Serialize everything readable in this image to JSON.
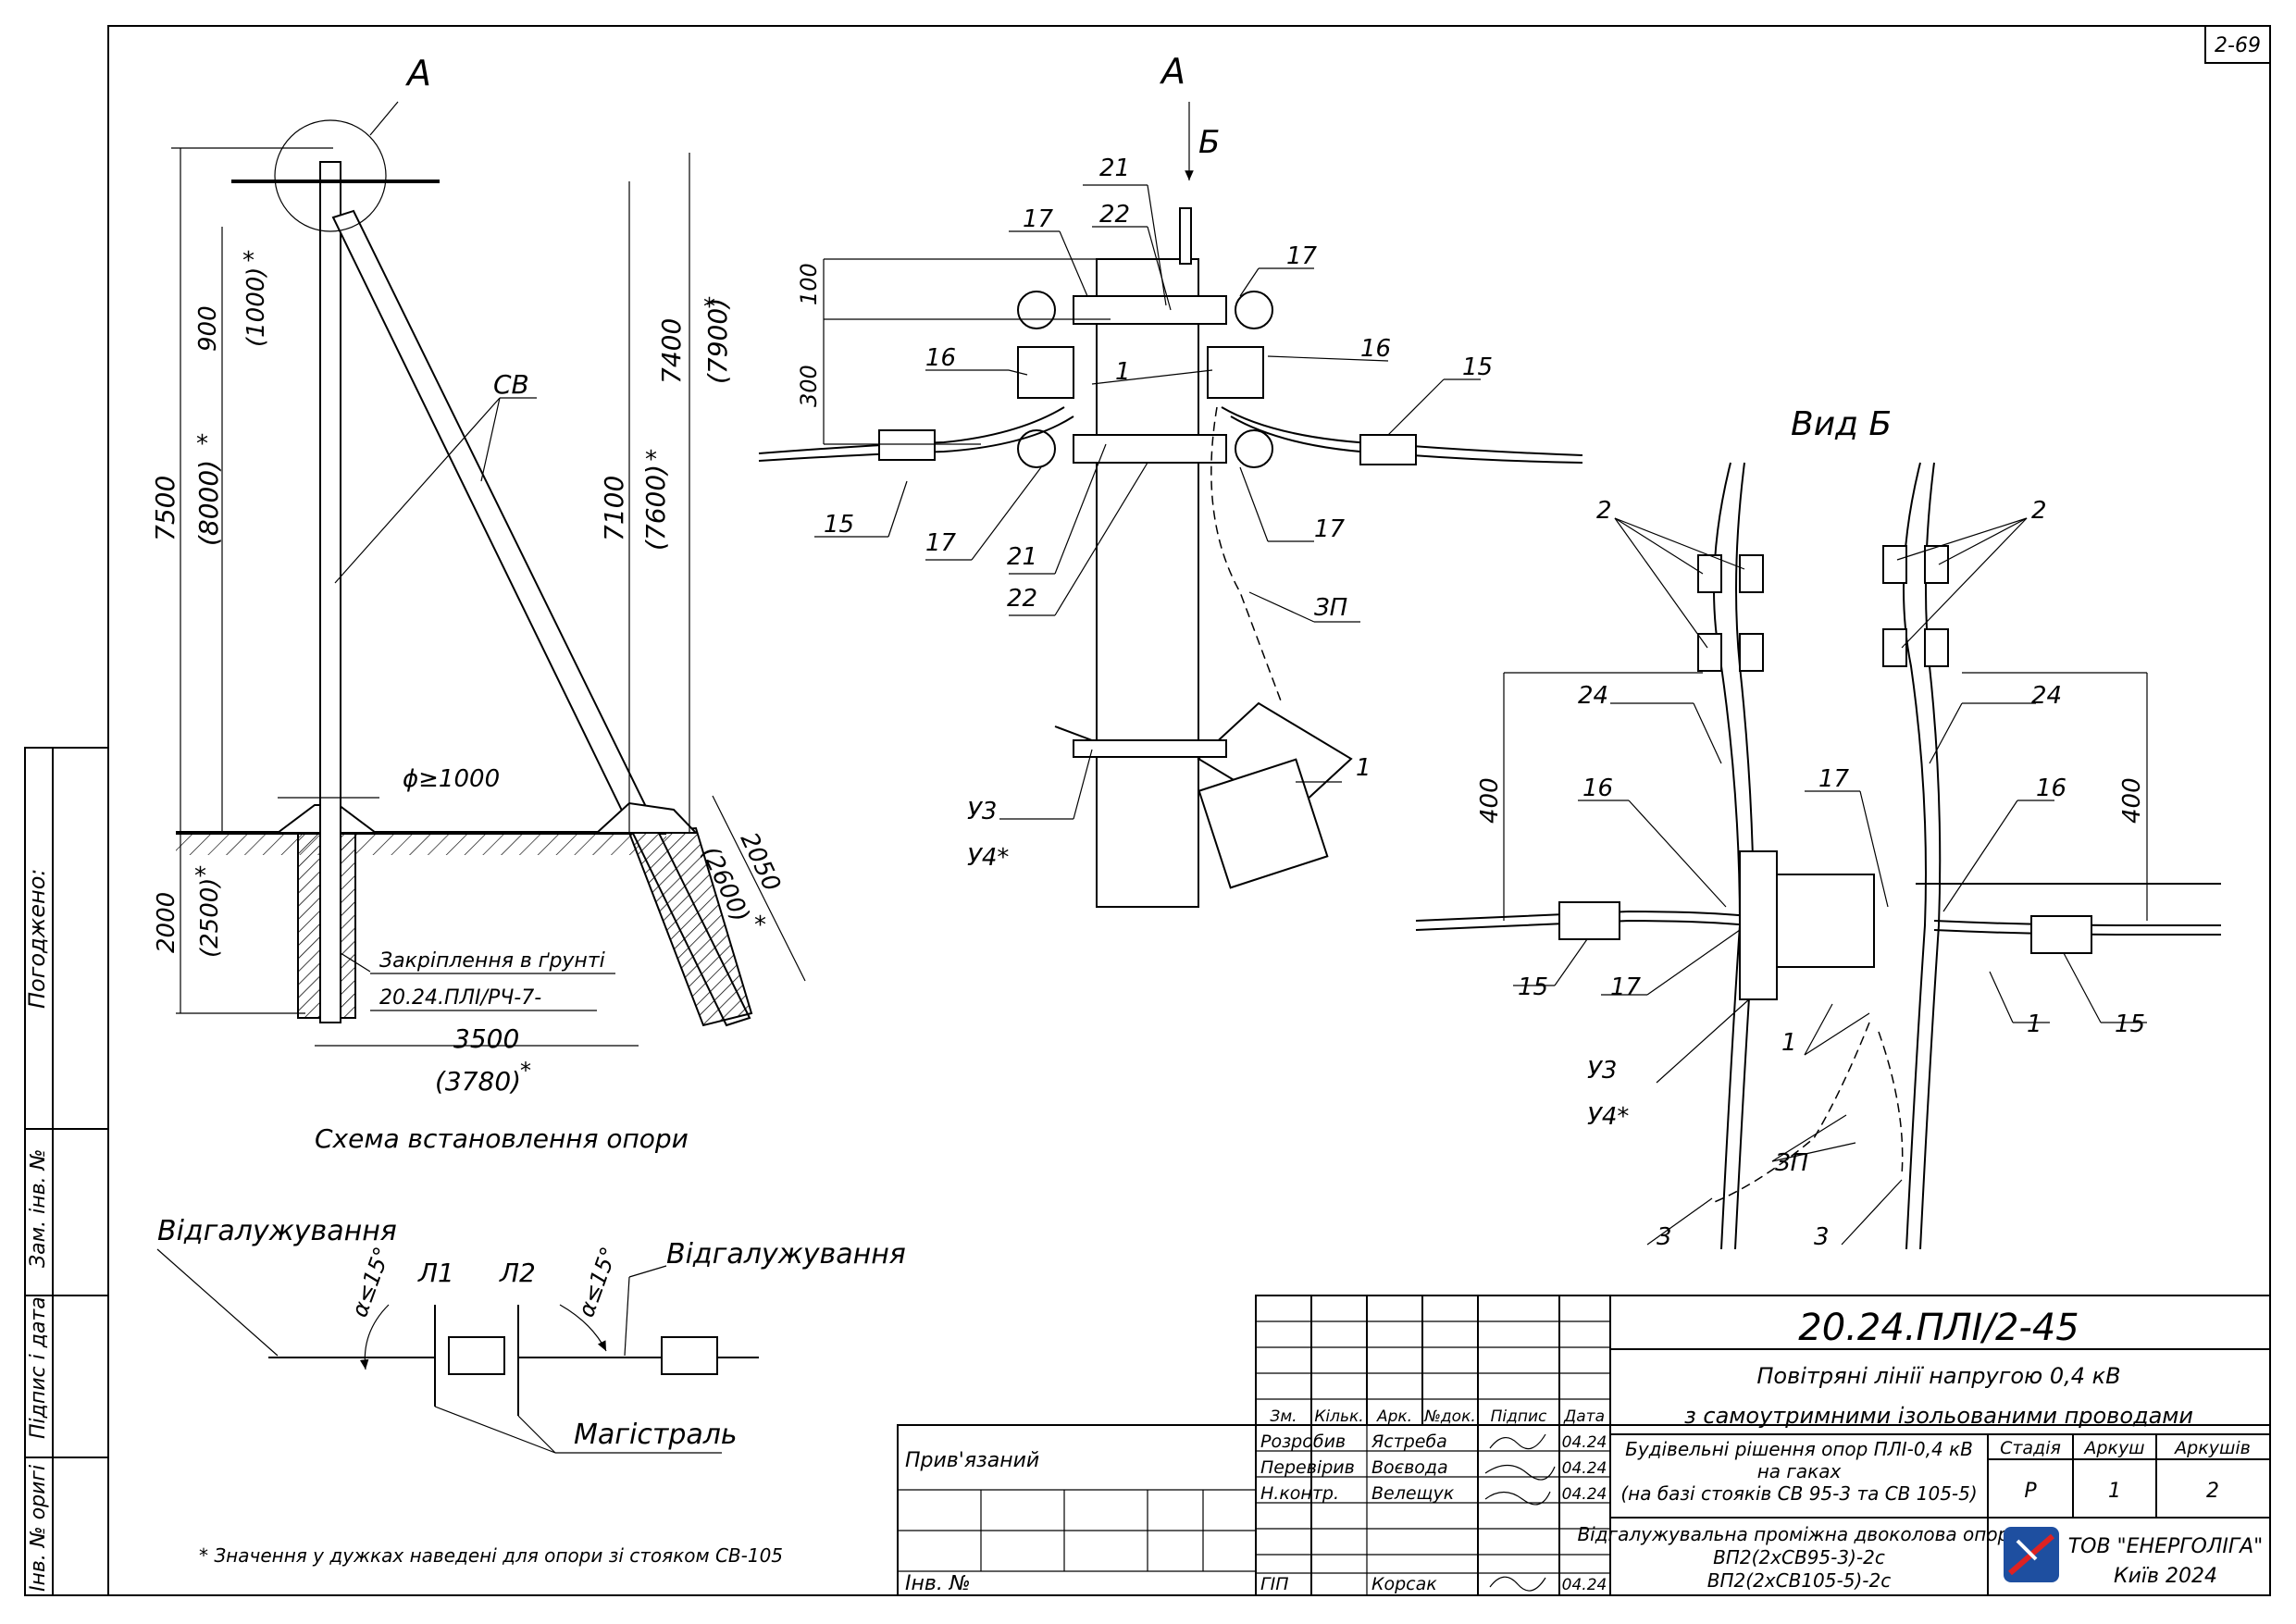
{
  "sheet_number": "2-69",
  "side_stamp": {
    "agreed": "Погоджено:",
    "replaced_inv": "Зам. інв. №",
    "sign_date": "Підпис і дата",
    "orig_inv": "Інв. № оригі"
  },
  "left_view": {
    "section_mark": "А",
    "sv_label": "СВ",
    "dims": {
      "d900": "900",
      "d1000": "(1000)",
      "d7500": "7500",
      "d8000": "(8000)",
      "d7400": "7400",
      "d7900": "(7900)",
      "d7100": "7100",
      "d7600": "(7600)",
      "d2000": "2000",
      "d2500": "(2500)",
      "d2050": "2050",
      "d2600": "(2600)",
      "d3500": "3500",
      "d3780": "(3780)",
      "phi": "ϕ≥1000"
    },
    "star": "*",
    "ground_fix": "Закріплення в ґрунті",
    "ground_ref": "20.24.ПЛІ/РЧ-7-",
    "caption": "Схема встановлення опори"
  },
  "branch_scheme": {
    "branch_left": "Відгалужування",
    "branch_right": "Відгалужування",
    "l1": "Л1",
    "l2": "Л2",
    "angle_left": "α≤15°",
    "angle_right": "α≤15°",
    "main": "Магістраль"
  },
  "footnote": "* Значення у дужках наведені для опори зі стояком СВ-105",
  "view_a": {
    "title": "А",
    "arrow_label": "Б",
    "labels": {
      "n21a": "21",
      "n22a": "22",
      "n17a": "17",
      "n17b": "17",
      "n16a": "16",
      "n16b": "16",
      "n1a": "1",
      "n15a": "15",
      "n15b": "15",
      "n17c": "17",
      "n17d": "17",
      "n21b": "21",
      "n22b": "22",
      "zp": "ЗП",
      "u3": "У3",
      "u4": "У4*",
      "n1b": "1"
    },
    "dims": {
      "d100": "100",
      "d300": "300"
    }
  },
  "view_b": {
    "title": "Вид Б",
    "labels": {
      "n2a": "2",
      "n2b": "2",
      "n24a": "24",
      "n24b": "24",
      "n16a": "16",
      "n16b": "16",
      "n17": "17",
      "n15a": "15",
      "n15b": "15",
      "n17b": "17",
      "n1a": "1",
      "n1b": "1",
      "u3": "У3",
      "u4": "У4*",
      "zp": "ЗП",
      "n3a": "3",
      "n3b": "3"
    },
    "dims": {
      "d400a": "400",
      "d400b": "400"
    }
  },
  "title_block": {
    "doc_code": "20.24.ПЛІ/2-45",
    "title_line1": "Повітряні лінії напругою 0,4 кВ",
    "title_line2": "з самоутримними ізольованими проводами",
    "section_line1": "Будівельні рішення опор ПЛІ-0,4 кВ",
    "section_line2": "на гаках",
    "section_line3": "(на базі стояків СВ 95-3 та СВ 105-5)",
    "drawing_line1": "Відгалужувальна проміжна двоколова опора",
    "drawing_line2": "ВП2(2хСВ95-3)-2с",
    "drawing_line3": "ВП2(2хСВ105-5)-2с",
    "headers": {
      "zm": "Зм.",
      "kilk": "Кільк.",
      "ark": "Арк.",
      "ndok": "№док.",
      "pidpys": "Підпис",
      "data": "Дата"
    },
    "roles": [
      {
        "role": "Розробив",
        "name": "Ястреба",
        "date": "04.24"
      },
      {
        "role": "Перевірив",
        "name": "Воєвода",
        "date": "04.24"
      },
      {
        "role": "Н.контр.",
        "name": "Велещук",
        "date": "04.24"
      },
      {
        "role": "ГІП",
        "name": "Корсак",
        "date": "04.24"
      }
    ],
    "stage_header": "Стадія",
    "sheet_header": "Аркуш",
    "sheets_header": "Аркушів",
    "stage": "Р",
    "sheet": "1",
    "sheets": "2",
    "company": "ТОВ \"ЕНЕРГОЛІГА\"",
    "city": "Київ 2024",
    "linked": "Прив'язаний",
    "inv": "Інв. №"
  }
}
